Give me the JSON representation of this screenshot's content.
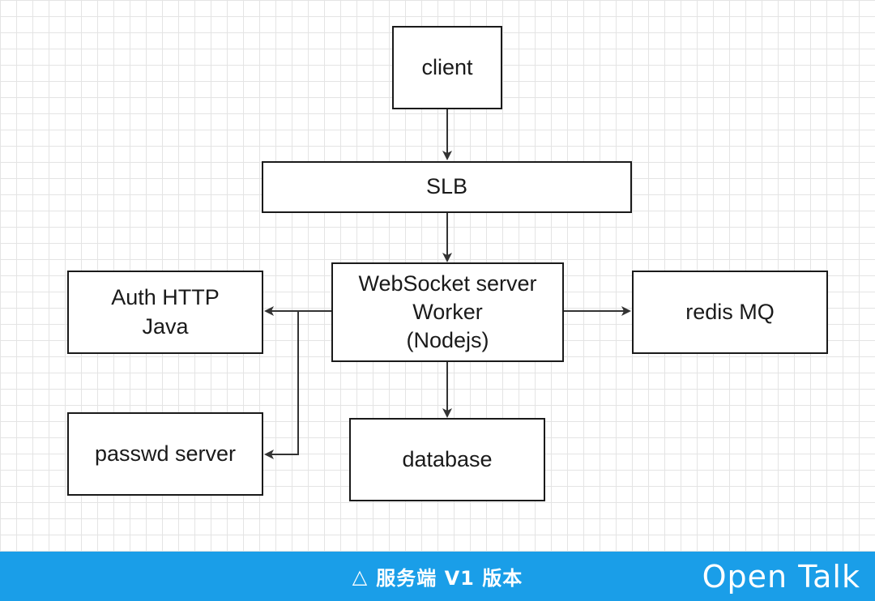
{
  "diagram": {
    "nodes": {
      "client": "client",
      "slb": "SLB",
      "ws_line1": "WebSocket server",
      "ws_line2": "Worker",
      "ws_line3": "(Nodejs)",
      "auth_line1": "Auth HTTP",
      "auth_line2": "Java",
      "redis": "redis MQ",
      "passwd": "passwd server",
      "database": "database"
    },
    "edges": [
      {
        "from": "client",
        "to": "SLB"
      },
      {
        "from": "SLB",
        "to": "WebSocket server Worker (Nodejs)"
      },
      {
        "from": "WebSocket server Worker (Nodejs)",
        "to": "Auth HTTP Java"
      },
      {
        "from": "WebSocket server Worker (Nodejs)",
        "to": "passwd server"
      },
      {
        "from": "WebSocket server Worker (Nodejs)",
        "to": "redis MQ"
      },
      {
        "from": "WebSocket server Worker (Nodejs)",
        "to": "database"
      }
    ]
  },
  "footer": {
    "triangle": "△",
    "caption": "服务端 V1 版本",
    "brand": "Open Talk"
  },
  "colors": {
    "footer_bg": "#1a9ee8",
    "line": "#333333",
    "box_border": "#1a1a1a"
  }
}
